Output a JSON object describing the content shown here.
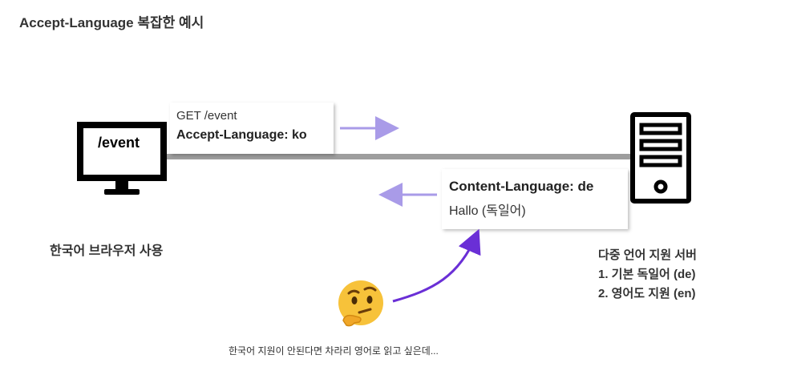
{
  "title": "Accept-Language 복잡한 예시",
  "client": {
    "screen_text": "/event",
    "label": "한국어 브라우저 사용"
  },
  "request": {
    "line1": "GET /event",
    "line2": "Accept-Language: ko"
  },
  "response": {
    "line1": "Content-Language: de",
    "line2": "Hallo (독일어)"
  },
  "server": {
    "title": "다중 언어 지원 서버",
    "items": [
      "1.  기본 독일어 (de)",
      "2.  영어도 지원 (en)"
    ]
  },
  "thought": {
    "emoji": "thinking-face-icon",
    "caption": "한국어 지원이 안된다면 차라리 영어로 읽고 싶은데..."
  },
  "colors": {
    "arrow": "#a99be8",
    "curve_arrow": "#6a2fd6",
    "wire": "#9e9e9e"
  }
}
